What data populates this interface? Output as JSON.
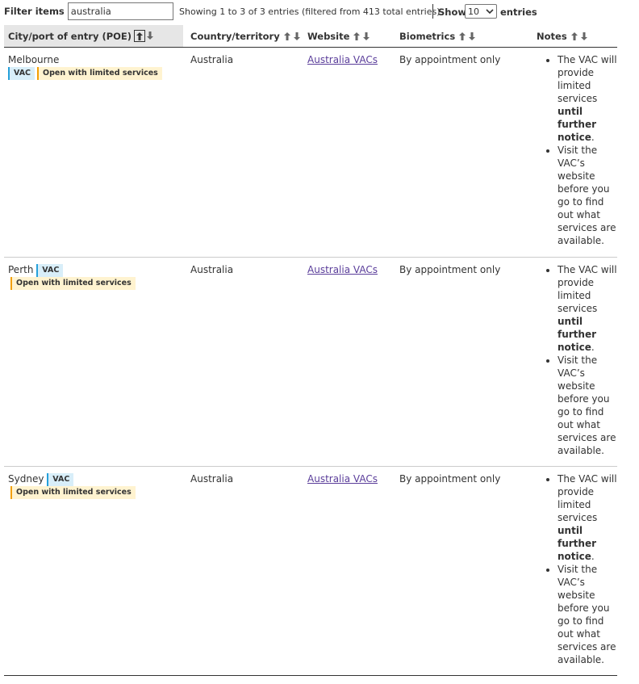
{
  "filter": {
    "label": "Filter items",
    "value": "australia"
  },
  "info": "Showing 1 to 3 of 3 entries (filtered from 413 total entries)",
  "show": {
    "label": "Show",
    "value": "10",
    "suffix": "entries"
  },
  "columns": [
    {
      "label": "City/port of entry (POE)"
    },
    {
      "label": "Country/territory"
    },
    {
      "label": "Website"
    },
    {
      "label": "Biometrics"
    },
    {
      "label": "Notes"
    }
  ],
  "rows": [
    {
      "city": "Melbourne",
      "badge_type": "VAC",
      "badge_status": "Open with limited services",
      "country": "Australia",
      "website": "Australia VACs",
      "biometrics": "By appointment only"
    },
    {
      "city": "Perth",
      "badge_type": "VAC",
      "badge_status": "Open with limited services",
      "country": "Australia",
      "website": "Australia VACs",
      "biometrics": "By appointment only"
    },
    {
      "city": "Sydney",
      "badge_type": "VAC",
      "badge_status": "Open with limited services",
      "country": "Australia",
      "website": "Australia VACs",
      "biometrics": "By appointment only"
    }
  ],
  "notes": {
    "note1_prefix": "The VAC will provide limited services ",
    "note1_bold": "until further notice",
    "note1_suffix": ".",
    "note2": "Visit the VAC’s website before you go to find out what services are available."
  },
  "colors": {
    "vac_badge": "#d8eef9",
    "vac_border": "#26a0da",
    "status_badge": "#fff3d0",
    "status_border": "#f29f05",
    "link": "#5a3d9a"
  }
}
